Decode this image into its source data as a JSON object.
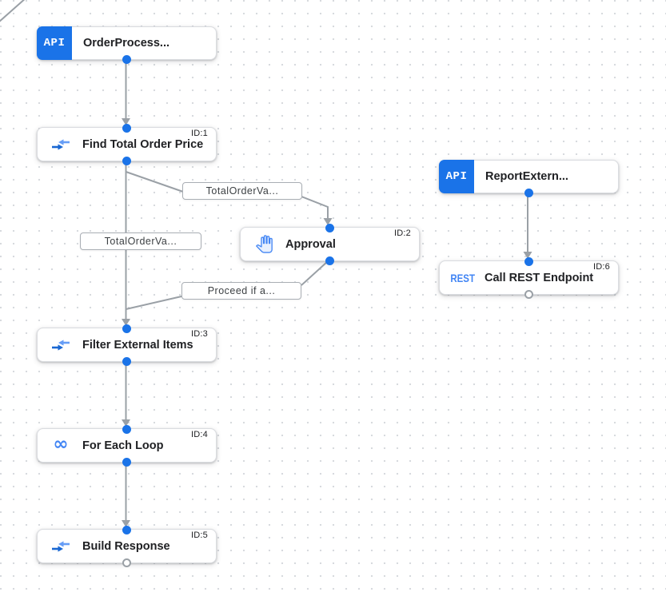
{
  "canvas": {
    "name": "integration-workflow-canvas"
  },
  "colors": {
    "accent_blue": "#1a73e8",
    "icon_blue": "#4285f4",
    "icon_blue_dark": "#1967d2",
    "icon_blue_light": "#669df6",
    "edge_gray": "#9aa0a6",
    "node_border": "#dadce0",
    "text_dark": "#202124"
  },
  "triggers": [
    {
      "badge": "API",
      "title": "OrderProcess...",
      "icon": "api-trigger-badge"
    },
    {
      "badge": "API",
      "title": "ReportExtern...",
      "icon": "api-trigger-badge"
    }
  ],
  "tasks": [
    {
      "id_label": "ID:1",
      "title": "Find Total Order Price",
      "icon": "data-mapping-icon"
    },
    {
      "id_label": "ID:2",
      "title": "Approval",
      "icon": "approval-hand-icon"
    },
    {
      "id_label": "ID:3",
      "title": "Filter External Items",
      "icon": "data-mapping-icon"
    },
    {
      "id_label": "ID:4",
      "title": "For Each Loop",
      "icon": "infinity-icon",
      "icon_glyph": "∞"
    },
    {
      "id_label": "ID:5",
      "title": "Build Response",
      "icon": "data-mapping-icon"
    },
    {
      "id_label": "ID:6",
      "title": "Call REST Endpoint",
      "icon": "rest-icon",
      "icon_text": "REST"
    }
  ],
  "edge_labels": [
    {
      "text": "TotalOrderVa..."
    },
    {
      "text": "TotalOrderVa..."
    },
    {
      "text": "Proceed if a..."
    }
  ]
}
